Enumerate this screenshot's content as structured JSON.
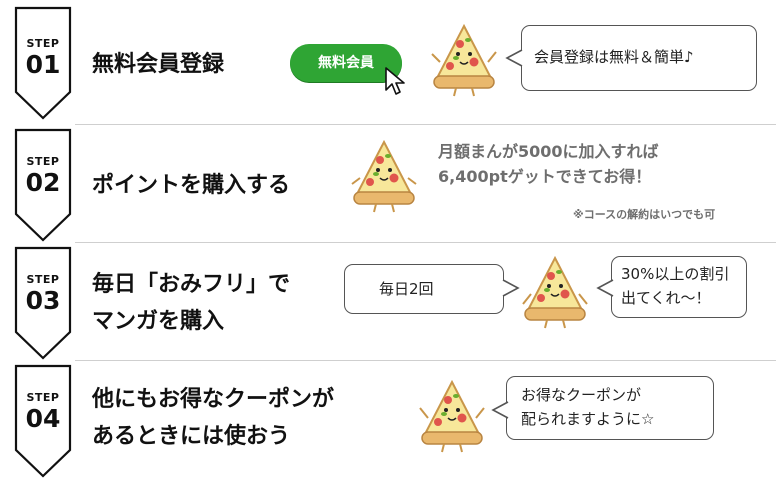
{
  "steps": [
    {
      "word": "STEP",
      "number": "01",
      "title": "無料会員登録",
      "button_label": "無料会員",
      "speech": "会員登録は無料＆簡単♪"
    },
    {
      "word": "STEP",
      "number": "02",
      "title": "ポイントを購入する",
      "note_line1": "月額まんが5000に加入すれば",
      "note_line2": "6,400ptゲットできてお得！",
      "small_note": "※コースの解約はいつでも可"
    },
    {
      "word": "STEP",
      "number": "03",
      "title_line1": "毎日「おみフリ」で",
      "title_line2": "マンガを購入",
      "speech_left": "毎日2回",
      "speech_right_line1": "30%以上の割引",
      "speech_right_line2": "出てくれ〜！"
    },
    {
      "word": "STEP",
      "number": "04",
      "title_line1": "他にもお得なクーポンが",
      "title_line2": "あるときには使おう",
      "speech_line1": "お得なクーポンが",
      "speech_line2": "配られますように☆"
    }
  ],
  "colors": {
    "button_green": "#2fa534",
    "pizza_crust": "#e9b86d",
    "pizza_cheese": "#f7e79a",
    "pepperoni": "#e0554c",
    "basil": "#6aae2e",
    "note_gray": "#6e6e6e"
  },
  "icons": [
    "step-arrow-icon",
    "mouse-cursor-icon",
    "pizza-mascot-icon"
  ]
}
